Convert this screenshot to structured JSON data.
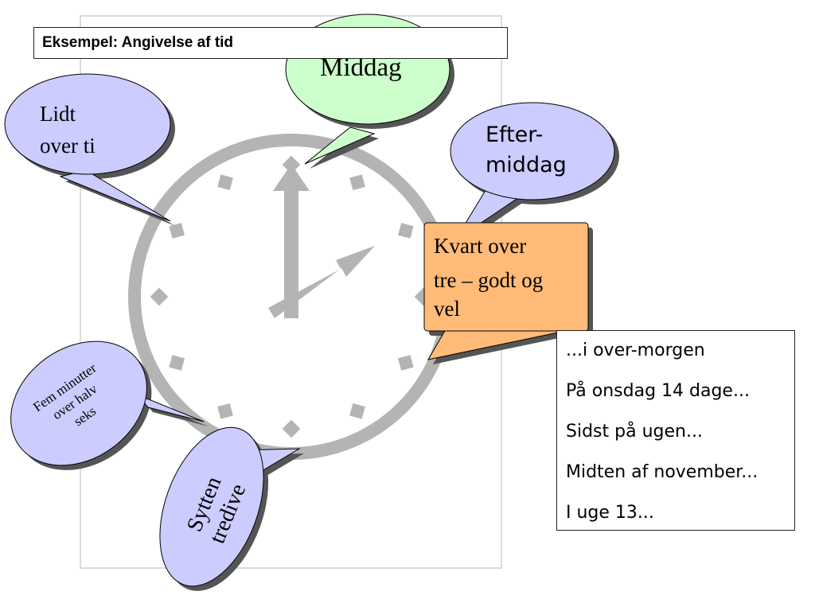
{
  "slide": {
    "title": "Eksempel: Angivelse af tid"
  },
  "bubbles": {
    "middag": "Middag",
    "lidt_line1": "Lidt",
    "lidt_line2": "over ti",
    "efter_line1": "Efter-",
    "efter_line2": "middag",
    "kvart_line1": "Kvart over",
    "kvart_line2": "tre – godt og",
    "kvart_line3": "vel",
    "fem_line1": "Fem minutter",
    "fem_line2": "over halv",
    "fem_line3": "seks",
    "sytten_line1": "Sytten",
    "sytten_line2": "tredive"
  },
  "list": {
    "items": [
      "...i over-morgen",
      "På onsdag 14 dage...",
      "Sidst på ugen...",
      "Midten af november...",
      "I uge 13..."
    ]
  },
  "colors": {
    "bubble_blue": "#ccccff",
    "bubble_green": "#ccffcc",
    "box_orange": "#ffbb77",
    "clock_gray": "#b4b4b4",
    "shadow": "#555555"
  }
}
